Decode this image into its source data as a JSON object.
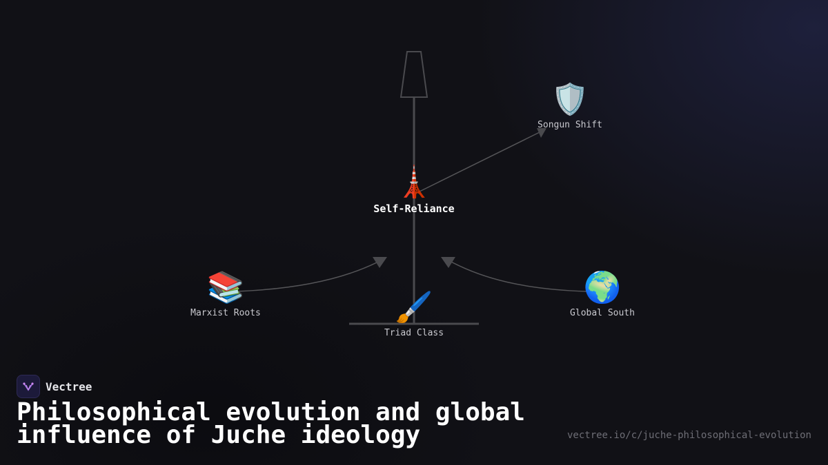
{
  "diagram": {
    "center": {
      "label": "Self-Reliance",
      "icon": "tower-icon",
      "glyph": "🗼"
    },
    "nodes": [
      {
        "id": "songun",
        "label": "Songun Shift",
        "icon": "shield-icon",
        "glyph": "🛡️"
      },
      {
        "id": "marxist",
        "label": "Marxist Roots",
        "icon": "books-icon",
        "glyph": "📚"
      },
      {
        "id": "triad",
        "label": "Triad Class",
        "icon": "paintbrush-icon",
        "glyph": "🖌️"
      },
      {
        "id": "global",
        "label": "Global South",
        "icon": "globe-icon",
        "glyph": "🌍"
      }
    ],
    "edge_color": "#555558"
  },
  "footer": {
    "brand": "Vectree",
    "title": "Philosophical evolution and global influence of Juche ideology",
    "url": "vectree.io/c/juche-philosophical-evolution"
  }
}
